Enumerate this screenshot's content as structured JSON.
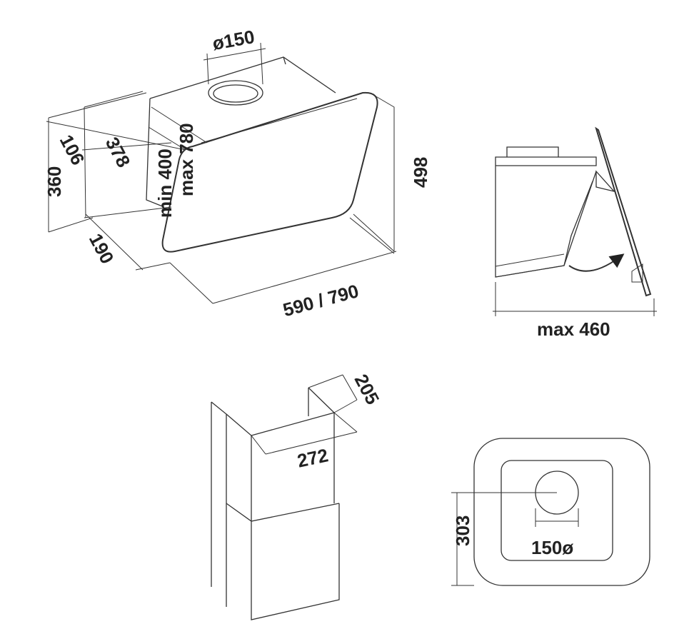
{
  "colors": {
    "line": "#333333",
    "text": "#222222",
    "background": "#ffffff"
  },
  "top_left_view": {
    "outlet_diameter": "ø150",
    "upper_depth": "106",
    "body_depth": "378",
    "height": "360",
    "lower_depth": "190",
    "width_options": "590 / 790",
    "total_height": "498"
  },
  "side_view": {
    "max_depth": "max 460",
    "icon": "rotation-arrow-icon"
  },
  "chimney_view": {
    "depth": "205",
    "width": "272",
    "min_height": "min 400",
    "max_height": "max 780"
  },
  "bottom_view": {
    "height": "303",
    "outlet_diameter": "150ø"
  }
}
